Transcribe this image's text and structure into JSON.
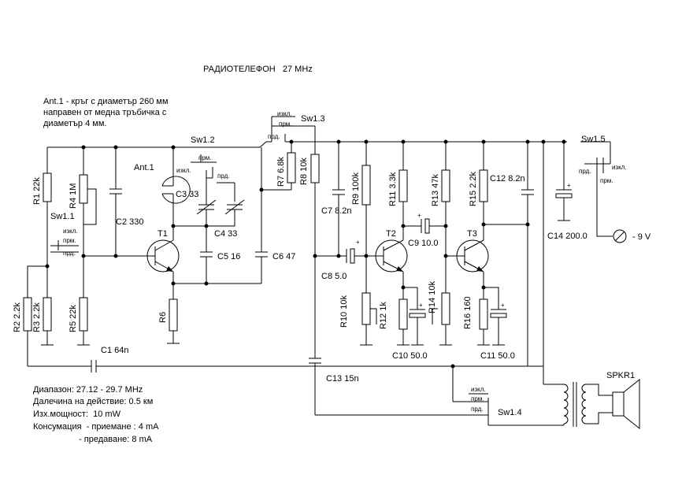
{
  "title": "РАДИОТЕЛЕФОН   27 MHz",
  "antenna_note": [
    "Ant.1 - кръг с диаметър 260 мм",
    "направен от медна тръбичка с",
    "диаметър 4 мм."
  ],
  "specs": [
    "Диапазон: 27.12 - 29.7 MHz",
    "Далечина на действие: 0.5 км",
    "Изх.мощност:  10 mW",
    "Консумация  - приемане : 4 mA",
    "                   - предаване: 8 mA"
  ],
  "labels": {
    "sw12": "Sw1.2",
    "sw13": "Sw1.3",
    "sw15": "Sw1.5",
    "sw11": "Sw1.1",
    "sw14": "Sw1.4",
    "ant1": "Ant.1",
    "t1": "T1",
    "t2": "T2",
    "t3": "T3",
    "r1": "R1 22k",
    "r4": "R4 1M",
    "r2": "R2 2.2k",
    "r3": "R3 2.2k",
    "r5": "R5 22k",
    "r6": "R6",
    "r7": "R7 6.8k",
    "r8": "R8 10k",
    "r9": "R9 100k",
    "r10": "R10 10k",
    "r11": "R11 3.3k",
    "r12": "R12 1k",
    "r13": "R13 47k",
    "r14": "R14 10k",
    "r15": "R15 2.2k",
    "r16": "R16 160",
    "c1": "C1 64n",
    "c2": "C2 330",
    "c3": "C3 33",
    "c4": "C4 33",
    "c5": "C5 16",
    "c6": "C6 47",
    "c7": "C7 8.2n",
    "c8": "C8 5.0",
    "c9": "C9 10.0",
    "c10": "C10 50.0",
    "c11": "C11 50.0",
    "c12": "C12 8.2n",
    "c13": "C13 15n",
    "c14": "C14 200.0",
    "spkr": "SPKR1",
    "supply": "- 9 V",
    "izkl": "изкл.",
    "prm": "прм.",
    "prd": "прд."
  }
}
